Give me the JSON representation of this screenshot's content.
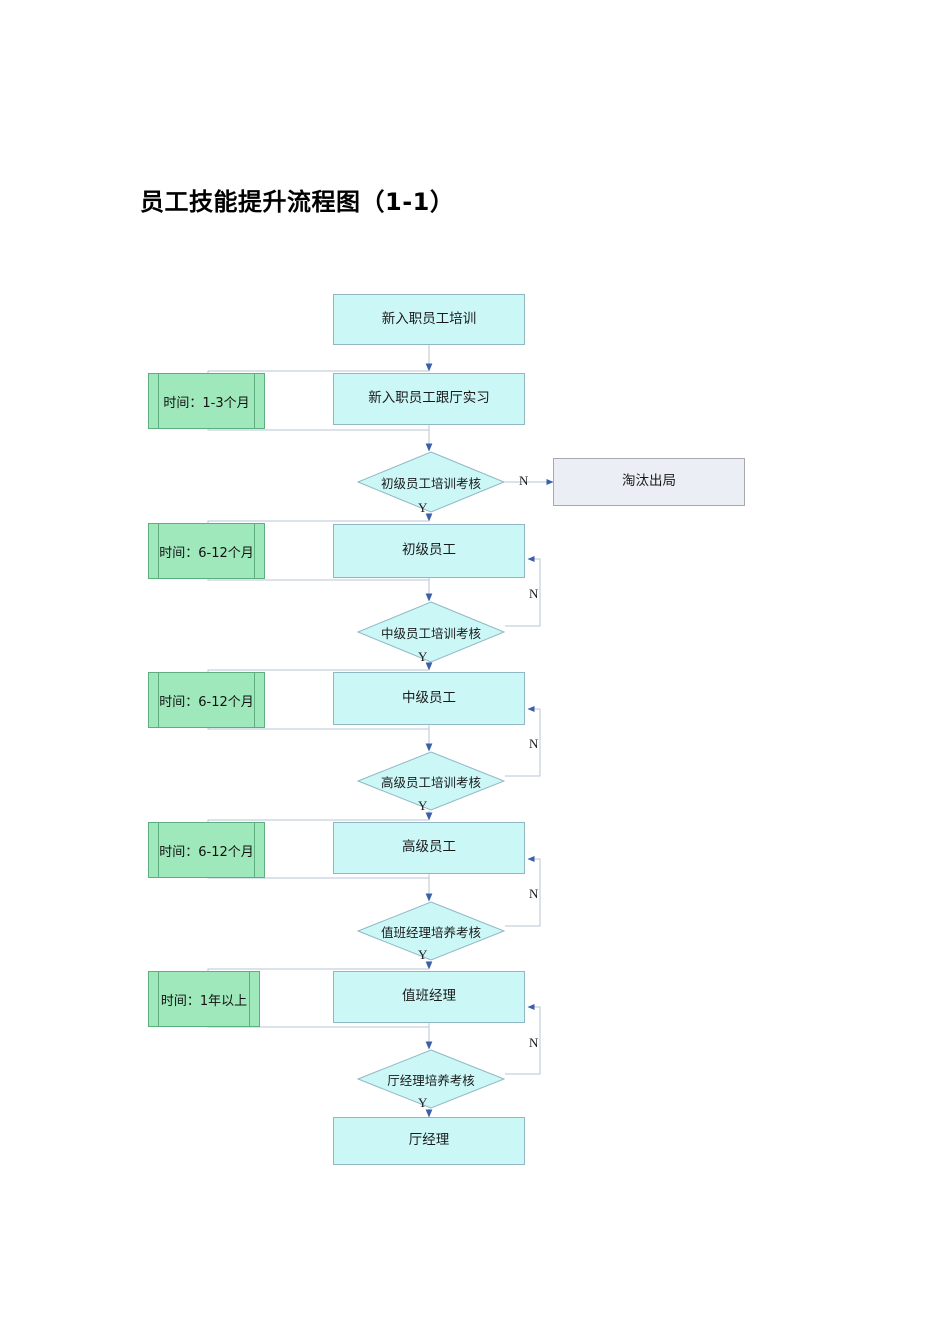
{
  "page": {
    "title": "员工技能提升流程图（1-1）"
  },
  "flowchart": {
    "type": "flowchart",
    "nodes": [
      {
        "id": "n1",
        "shape": "process",
        "label": "新入职员工培训"
      },
      {
        "id": "t1",
        "shape": "note",
        "label": "时间：1-3个月"
      },
      {
        "id": "n2",
        "shape": "process",
        "label": "新入职员工跟厅实习"
      },
      {
        "id": "d1",
        "shape": "decision",
        "label": "初级员工培训考核"
      },
      {
        "id": "x1",
        "shape": "terminal",
        "label": "淘汰出局"
      },
      {
        "id": "t2",
        "shape": "note",
        "label": "时间：6-12个月"
      },
      {
        "id": "n3",
        "shape": "process",
        "label": "初级员工"
      },
      {
        "id": "d2",
        "shape": "decision",
        "label": "中级员工培训考核"
      },
      {
        "id": "t3",
        "shape": "note",
        "label": "时间：6-12个月"
      },
      {
        "id": "n4",
        "shape": "process",
        "label": "中级员工"
      },
      {
        "id": "d3",
        "shape": "decision",
        "label": "高级员工培训考核"
      },
      {
        "id": "t4",
        "shape": "note",
        "label": "时间：6-12个月"
      },
      {
        "id": "n5",
        "shape": "process",
        "label": "高级员工"
      },
      {
        "id": "d4",
        "shape": "decision",
        "label": "值班经理培养考核"
      },
      {
        "id": "t5",
        "shape": "note",
        "label": "时间：1年以上"
      },
      {
        "id": "n6",
        "shape": "process",
        "label": "值班经理"
      },
      {
        "id": "d5",
        "shape": "decision",
        "label": "厅经理培养考核"
      },
      {
        "id": "n7",
        "shape": "process",
        "label": "厅经理"
      }
    ],
    "edge_labels": {
      "yes": "Y",
      "no": "N"
    },
    "edges": [
      {
        "from": "n1",
        "to": "n2",
        "label": ""
      },
      {
        "from": "n2",
        "to": "d1",
        "label": ""
      },
      {
        "from": "d1",
        "to": "x1",
        "label": "N"
      },
      {
        "from": "d1",
        "to": "n3",
        "label": "Y"
      },
      {
        "from": "n3",
        "to": "d2",
        "label": ""
      },
      {
        "from": "d2",
        "to": "n3",
        "label": "N"
      },
      {
        "from": "d2",
        "to": "n4",
        "label": "Y"
      },
      {
        "from": "n4",
        "to": "d3",
        "label": ""
      },
      {
        "from": "d3",
        "to": "n4",
        "label": "N"
      },
      {
        "from": "d3",
        "to": "n5",
        "label": "Y"
      },
      {
        "from": "n5",
        "to": "d4",
        "label": ""
      },
      {
        "from": "d4",
        "to": "n5",
        "label": "N"
      },
      {
        "from": "d4",
        "to": "n6",
        "label": "Y"
      },
      {
        "from": "n6",
        "to": "d5",
        "label": ""
      },
      {
        "from": "d5",
        "to": "n6",
        "label": "N"
      },
      {
        "from": "d5",
        "to": "n7",
        "label": "Y"
      }
    ],
    "colors": {
      "process_fill": "#ccf7f7",
      "process_stroke": "#8fb8c4",
      "note_fill": "#9fe8bb",
      "note_stroke": "#5fae7f",
      "terminal_fill": "#eceef5",
      "terminal_stroke": "#a7a9ac",
      "connector": "#b9c4d6",
      "arrow": "#3b5fa8"
    }
  }
}
